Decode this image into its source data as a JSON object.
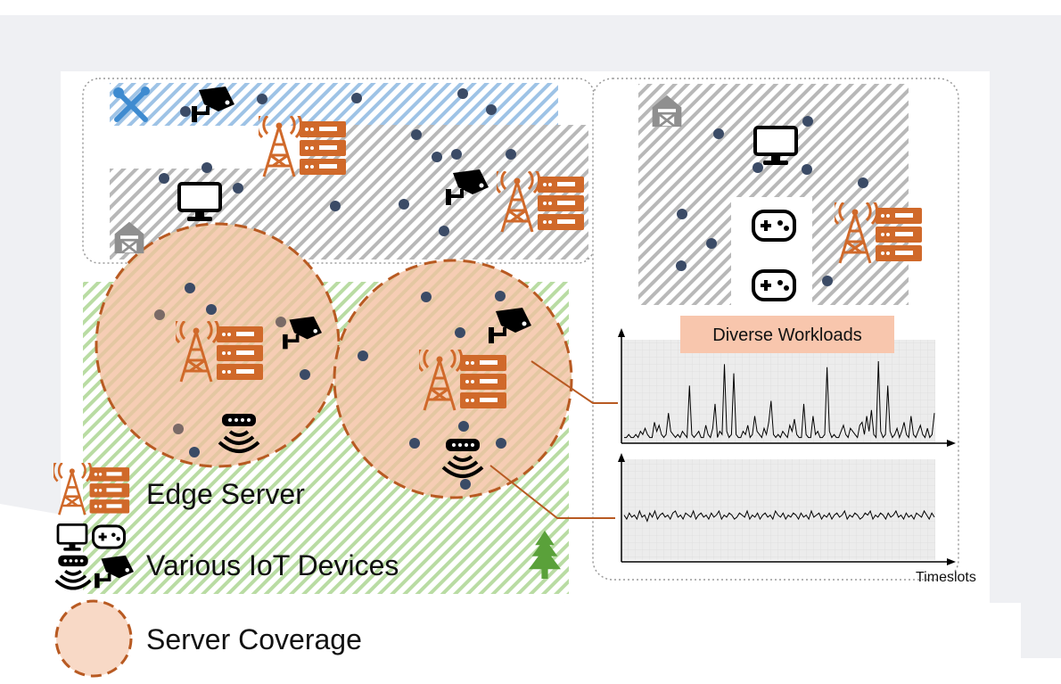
{
  "title_box": {
    "text": "Diverse Workloads",
    "fill": "#f8c6ad"
  },
  "legend": {
    "edge_server": "Edge Server",
    "iot_devices": "Various IoT Devices",
    "coverage": "Server Coverage"
  },
  "axis": {
    "x_label": "Timeslots"
  },
  "colors": {
    "accent_orange": "#d0692a",
    "device_dot": "#3b4b66",
    "gray_dot": "#7a6a66",
    "coverage_fill": "#f6cdb4",
    "coverage_stroke": "#b85a22",
    "green_hatch": "#8cc46a",
    "gray_hatch": "#b8b8b8",
    "blue_hatch": "#9ec3e6",
    "tree": "#5aa13a",
    "tools": "#3e8bd0"
  },
  "icons": {
    "server": "cell-tower-server-rack-icon",
    "monitor": "monitor-icon",
    "camera": "security-camera-icon",
    "router": "wifi-router-icon",
    "gamepad": "gamepad-icon",
    "barn": "barn-icon",
    "tools": "tools-icon",
    "tree": "tree-icon"
  },
  "chart_data": {
    "type": "line",
    "series": [
      {
        "values": [
          1,
          1,
          2,
          1,
          1,
          2,
          1,
          3,
          2,
          4,
          2,
          1,
          1,
          6,
          3,
          5,
          2,
          1,
          2,
          9,
          3,
          2,
          1,
          2,
          1,
          3,
          2,
          1,
          18,
          2,
          1,
          2,
          3,
          1,
          1,
          5,
          2,
          1,
          4,
          12,
          1,
          3,
          2,
          25,
          3,
          1,
          2,
          22,
          2,
          1,
          1,
          3,
          2,
          5,
          1,
          2,
          8,
          3,
          2,
          1,
          4,
          2,
          6,
          13,
          2,
          1,
          2,
          1,
          3,
          2,
          1,
          5,
          3,
          7,
          2,
          1,
          1,
          12,
          2,
          1,
          1,
          8,
          2,
          3,
          1,
          1,
          2,
          24,
          3,
          1,
          2,
          1,
          1,
          3,
          5,
          2,
          1,
          4,
          3,
          2,
          1,
          5,
          6,
          2,
          8,
          3,
          10,
          2,
          1,
          26,
          3,
          1,
          2,
          18,
          3,
          1,
          2,
          4,
          1,
          3,
          6,
          2,
          1,
          8,
          2,
          1,
          3,
          5,
          2,
          1,
          4,
          1,
          2,
          9
        ]
      },
      {
        "values": [
          5,
          3,
          6,
          4,
          5,
          3,
          7,
          4,
          5,
          2,
          6,
          4,
          7,
          3,
          5,
          6,
          4,
          5,
          3,
          6,
          7,
          4,
          5,
          3,
          6,
          5,
          4,
          7,
          3,
          5,
          6,
          4,
          5,
          3,
          6,
          4,
          5,
          7,
          3,
          5,
          4,
          6,
          5,
          3,
          4,
          6,
          5,
          4,
          7,
          3,
          5,
          4,
          6,
          3,
          5,
          6,
          4,
          5,
          3,
          7,
          5,
          4,
          6,
          3,
          5,
          4,
          6,
          5,
          3,
          6,
          4,
          5,
          3,
          7,
          4,
          5,
          6,
          3,
          5,
          4,
          6,
          3,
          5,
          6,
          4,
          5,
          7,
          3,
          5,
          4,
          6,
          5,
          3,
          4,
          6,
          5,
          7,
          3,
          5,
          4,
          6,
          5,
          3,
          6,
          4,
          5,
          7,
          4,
          5,
          3,
          6,
          4,
          5,
          3,
          6,
          5,
          4,
          7,
          5,
          3,
          6,
          4
        ]
      }
    ]
  }
}
